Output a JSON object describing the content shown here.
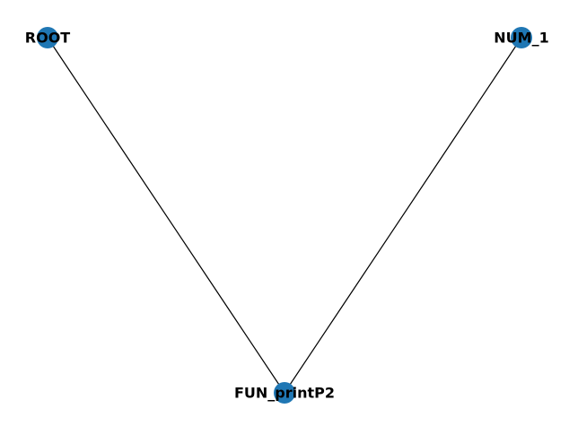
{
  "graph": {
    "node_color": "#1f77b4",
    "edge_color": "#000000",
    "nodes": [
      {
        "id": "root",
        "label": "ROOT"
      },
      {
        "id": "num1",
        "label": "NUM_1"
      },
      {
        "id": "fun",
        "label": "FUN_printP2"
      }
    ],
    "edges": [
      {
        "source": "root",
        "target": "fun"
      },
      {
        "source": "num1",
        "target": "fun"
      }
    ]
  }
}
